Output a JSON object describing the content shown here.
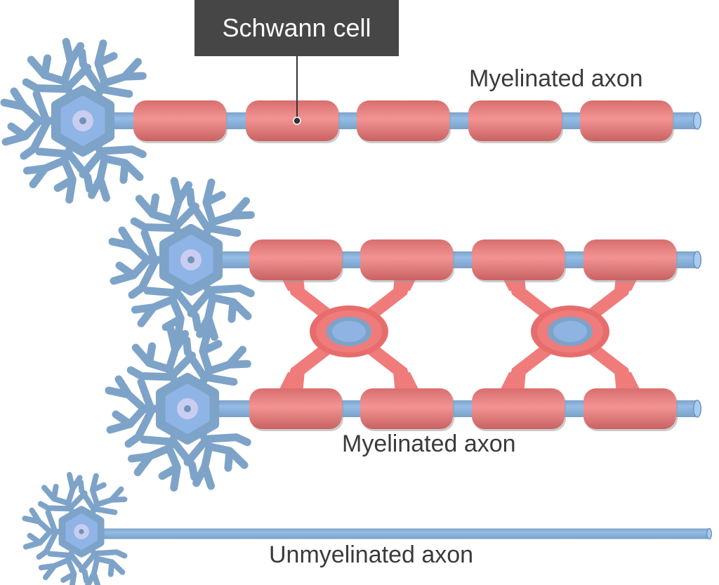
{
  "callout": {
    "label": "Schwann cell"
  },
  "labels": {
    "top_axon": "Myelinated axon",
    "middle_axon": "Myelinated axon",
    "bottom_axon": "Unmyelinated axon"
  },
  "colors": {
    "neuron": "#7ea3c8",
    "neuron_dark": "#6f93b9",
    "soma_inner": "#8fb4e6",
    "nucleus": "#c9cdf0",
    "axon": "#8db7e3",
    "myelin": "#e98585",
    "myelin_dark": "#cf6767",
    "oligodendrocyte": "#f07b7b",
    "callout_bg": "#464646",
    "text": "#3b3b3b"
  }
}
